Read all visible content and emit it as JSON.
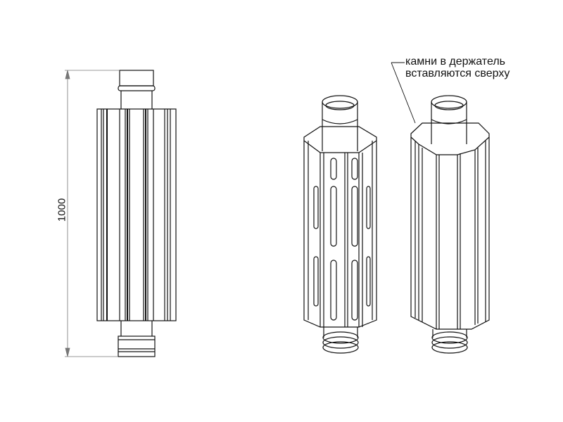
{
  "drawing": {
    "dimension_label": "1000",
    "note_line1": "камни в держатель",
    "note_line2": "вставляются сверху"
  }
}
